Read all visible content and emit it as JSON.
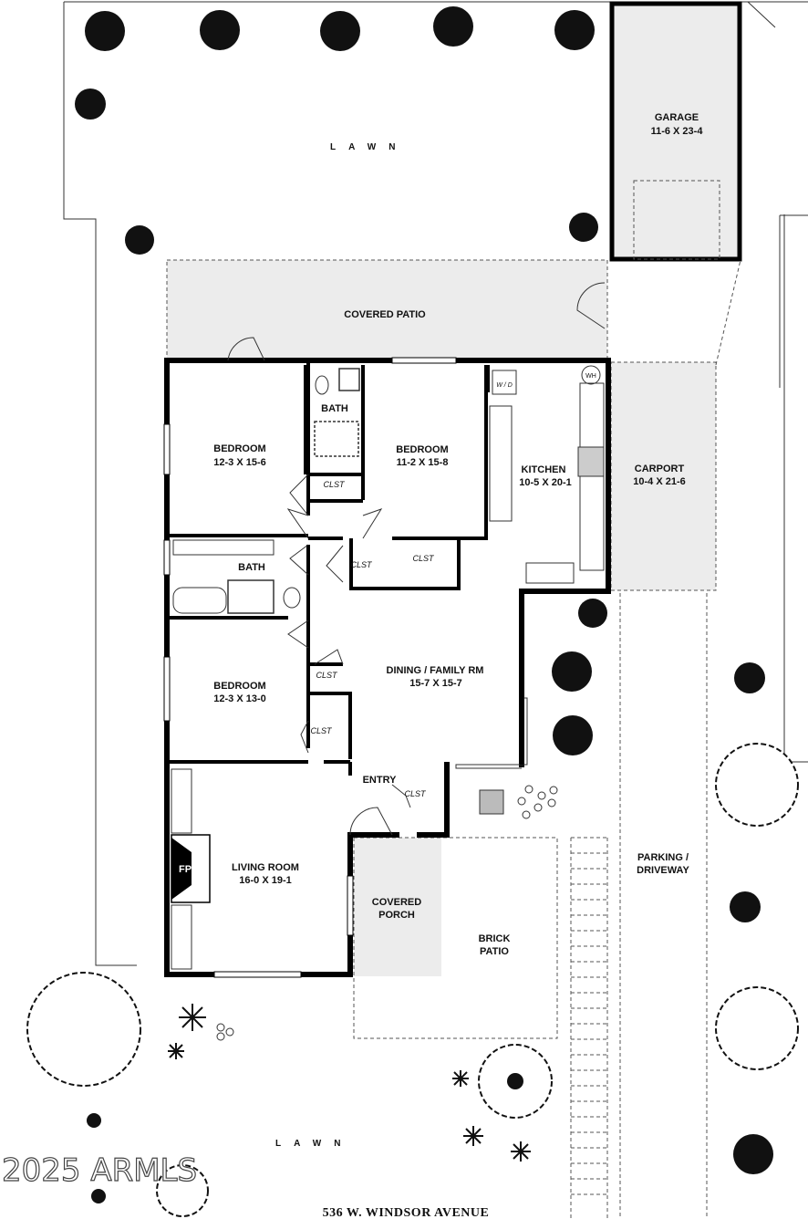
{
  "plan": {
    "address": "536 W. WINDSOR AVENUE",
    "watermark": "2025 ARMLS",
    "lawn_label": "LAWN",
    "rooms": {
      "garage": {
        "name": "GARAGE",
        "size": "11-6 X 23-4"
      },
      "covered_patio": {
        "name": "COVERED PATIO"
      },
      "bedroom_master": {
        "name": "BEDROOM",
        "size": "12-3 X 15-6"
      },
      "bath_upper": {
        "name": "BATH"
      },
      "bedroom_center": {
        "name": "BEDROOM",
        "size": "11-2 X 15-8"
      },
      "kitchen": {
        "name": "KITCHEN",
        "size": "10-5 X 20-1"
      },
      "carport": {
        "name": "CARPORT",
        "size": "10-4 X 21-6"
      },
      "bath_hall": {
        "name": "BATH"
      },
      "bedroom_lower": {
        "name": "BEDROOM",
        "size": "12-3 X 13-0"
      },
      "dining_family": {
        "name": "DINING / FAMILY RM",
        "size": "15-7  X  15-7"
      },
      "entry": {
        "name": "ENTRY"
      },
      "living_room": {
        "name": "LIVING ROOM",
        "size": "16-0  X  19-1"
      },
      "covered_porch": {
        "name_line1": "COVERED",
        "name_line2": "PORCH"
      },
      "brick_patio": {
        "name_line1": "BRICK",
        "name_line2": "PATIO"
      },
      "parking": {
        "name_line1": "PARKING  /",
        "name_line2": "DRIVEWAY"
      }
    },
    "closet_label": "CLST",
    "fireplace_label": "FP",
    "washer_dryer_label": "W / D",
    "water_heater_label": "WH"
  }
}
